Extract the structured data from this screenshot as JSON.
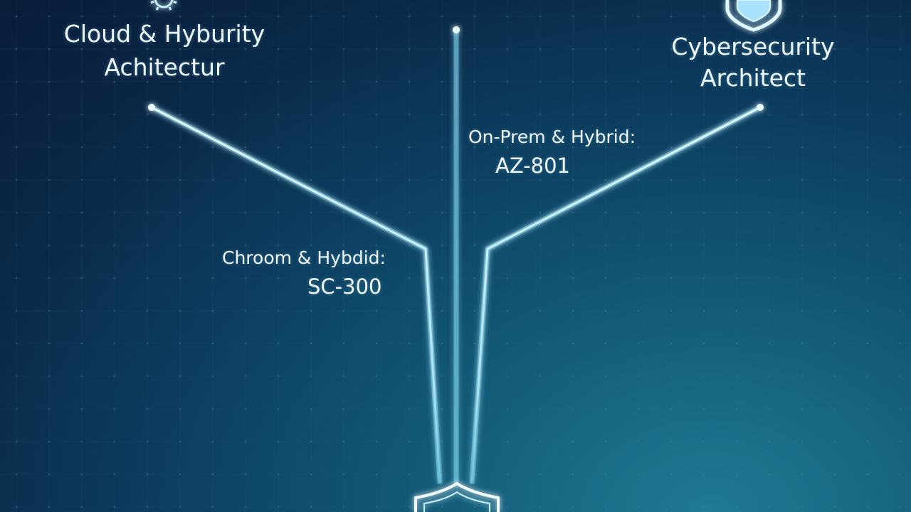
{
  "nodes": {
    "left": {
      "line1": "Cloud & Hyburity",
      "line2": "Achitectur"
    },
    "right": {
      "line1": "Cybersecurity",
      "line2": "Architect"
    }
  },
  "paths": {
    "left": {
      "label": "Chroom & Hybdid:",
      "code": "SC-300"
    },
    "center": {
      "label": "On-Prem & Hybrid:",
      "code": "AZ-801"
    }
  },
  "icons": {
    "top_left": "gear-icon",
    "top_right": "shield-icon",
    "bottom": "shield-icon"
  },
  "colors": {
    "glow": "#8fe6ff",
    "line_core": "#e6fbff",
    "background": "#0b2b4c"
  }
}
